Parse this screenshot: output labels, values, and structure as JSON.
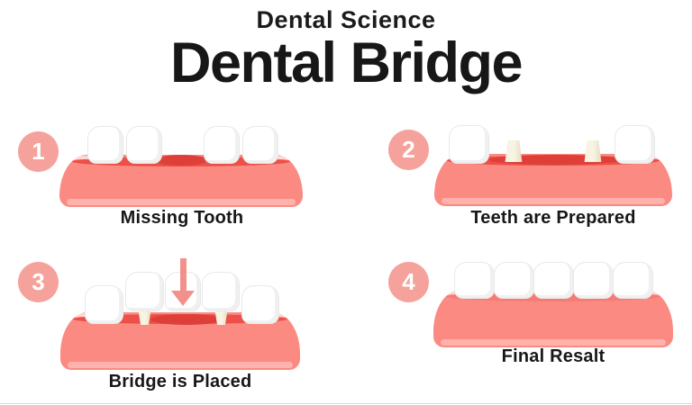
{
  "header": {
    "subtitle": "Dental Science",
    "title": "Dental Bridge"
  },
  "panels": [
    {
      "number": "1",
      "label": "Missing Tooth",
      "description": "gum with four teeth and a dark empty socket gap in the middle"
    },
    {
      "number": "2",
      "label": "Teeth are Prepared",
      "description": "gum with two outer teeth and two small cream prepared tooth stubs"
    },
    {
      "number": "3",
      "label": "Bridge is Placed",
      "description": "three-crown bridge lowered onto two prepared stubs, pink down arrow above"
    },
    {
      "number": "4",
      "label": "Final Resalt",
      "description": "gum with a complete row of five teeth"
    }
  ],
  "colors": {
    "background": "#ffffff",
    "text": "#1b1b1b",
    "badge_pink": "#f5a29d",
    "gum_pink": "#fb8b82",
    "gum_dark_band": "#ec5049",
    "socket_dark": "#de4039",
    "gum_light_strip": "#fdb4ad",
    "stub_cream": "#f3eedb",
    "arrow_pink": "#f2918b",
    "tooth_white": "#ffffff"
  }
}
